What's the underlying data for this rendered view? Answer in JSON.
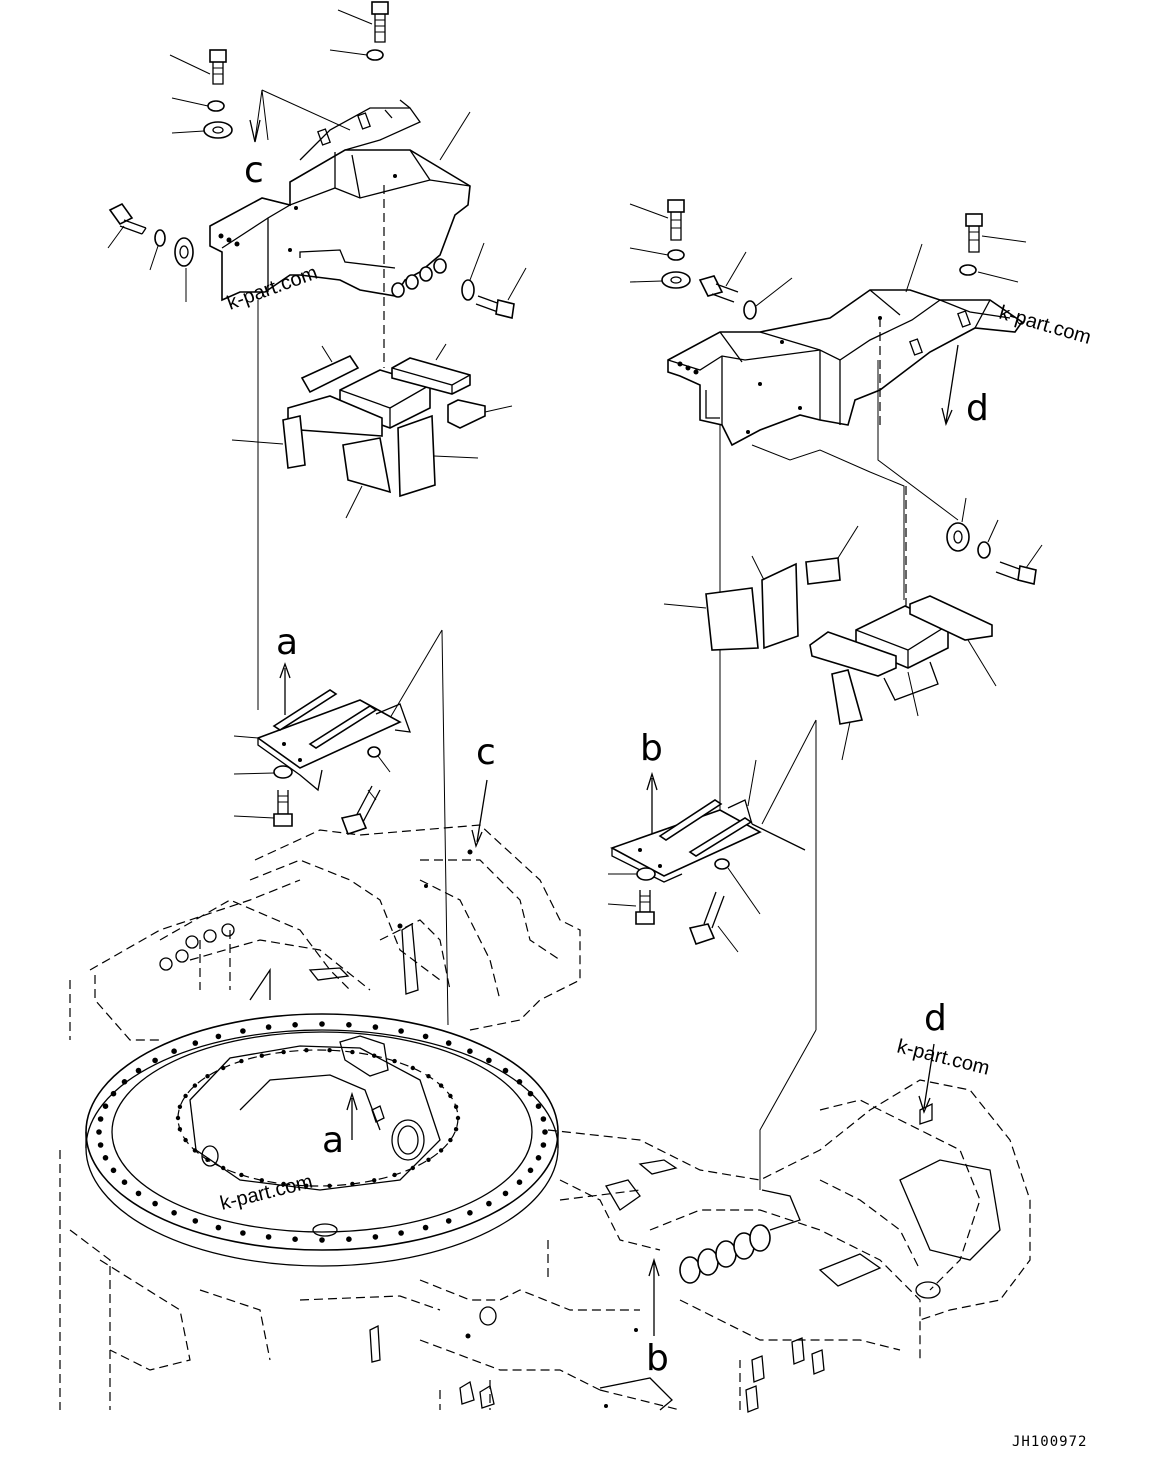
{
  "diagram": {
    "callouts": [
      "c",
      "a",
      "c",
      "d",
      "b",
      "a",
      "d",
      "b"
    ],
    "watermarks": [
      "k-part.com",
      "k-part.com",
      "k-part.com",
      "k-part.com"
    ],
    "drawing_code": "JH100972"
  }
}
